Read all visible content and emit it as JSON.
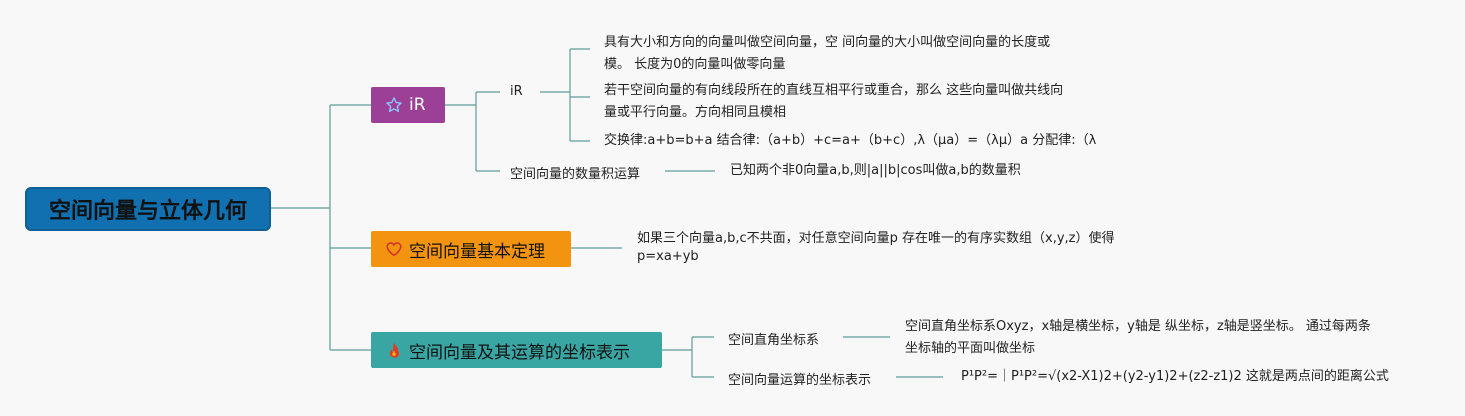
{
  "root": {
    "label": "空间向量与立体几何"
  },
  "branches": {
    "b1": {
      "label": "iR",
      "sub1": {
        "label": "iR"
      },
      "leaf1a": {
        "line1": "具有大小和方向的向量叫做空间向量，空 间向量的大小叫做空间向量的长度或",
        "line2": "模。 长度为0的向量叫做零向量"
      },
      "leaf1b": {
        "line1": "若干空间向量的有向线段所在的直线互相平行或重合，那么 这些向量叫做共线向",
        "line2": "量或平行向量。方向相同且模相"
      },
      "leaf1c": {
        "line1": "交换律:a+b=b+a 结合律:（a+b）+c=a+（b+c）,λ（μa）=（λμ）a 分配律:（λ"
      },
      "sub2": {
        "label": "空间向量的数量积运算"
      },
      "leaf2": {
        "line1": "已知两个非0向量a,b,则|a||b|cos叫做a,b的数量积"
      }
    },
    "b2": {
      "label": "空间向量基本定理",
      "leaf": {
        "line1": "如果三个向量a,b,c不共面，对任意空间向量p 存在唯一的有序实数组（x,y,z）使得",
        "line2": "p=xa+yb"
      }
    },
    "b3": {
      "label": "空间向量及其运算的坐标表示",
      "sub1": {
        "label": "空间直角坐标系"
      },
      "leaf1": {
        "line1": "空间直角坐标系Oxyz，x轴是横坐标，y轴是 纵坐标，z轴是竖坐标。 通过每两条",
        "line2": "坐标轴的平面叫做坐标"
      },
      "sub2": {
        "label": "空间向量运算的坐标表示"
      },
      "leaf2": {
        "line1": "P¹P²=｜P¹P²=√(x2-X1)2+(y2-y1)2+(z2-z1)2 这就是两点间的距离公式"
      }
    }
  },
  "icons": {
    "b1": "star-icon",
    "b2": "heart-icon",
    "b3": "flame-icon"
  },
  "colors": {
    "root": "#1070b0",
    "b1": "#9b3f97",
    "b2": "#f39411",
    "b3": "#3aa6a3",
    "edge": "#5e9c9a"
  }
}
